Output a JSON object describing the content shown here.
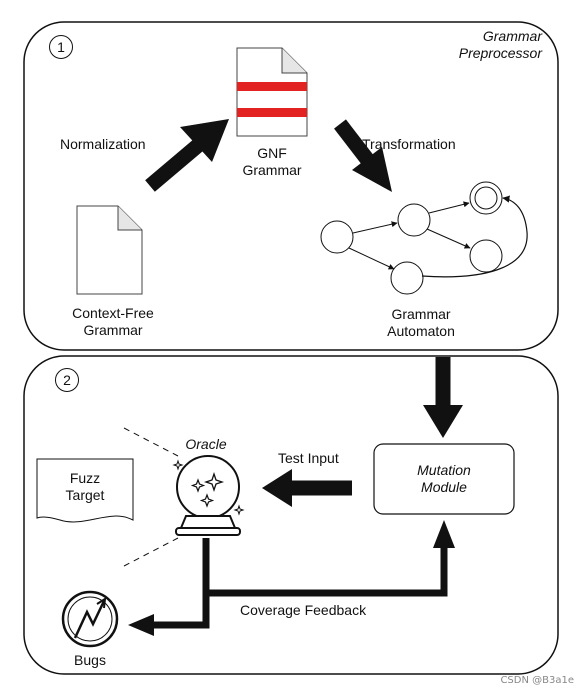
{
  "panel1": {
    "number": "1",
    "title_line1": "Grammar",
    "title_line2": "Preprocessor",
    "cfg_label_line1": "Context-Free",
    "cfg_label_line2": "Grammar",
    "normalization_label": "Normalization",
    "gnf_label_line1": "GNF",
    "gnf_label_line2": "Grammar",
    "transformation_label": "Transformation",
    "automaton_label_line1": "Grammar",
    "automaton_label_line2": "Automaton"
  },
  "panel2": {
    "number": "2",
    "fuzz_target_line1": "Fuzz",
    "fuzz_target_line2": "Target",
    "oracle_label": "Oracle",
    "test_input_label": "Test Input",
    "mutation_module_line1": "Mutation",
    "mutation_module_line2": "Module",
    "coverage_feedback_label": "Coverage Feedback",
    "bugs_label": "Bugs"
  },
  "watermark": "CSDN @B3a1e",
  "colors": {
    "stroke": "#111111",
    "gnf_stripe": "#e32222",
    "doc_fold": "#e6e6e6"
  },
  "icons": [
    "document-icon",
    "crystal-ball-icon",
    "bug-icon",
    "automaton-graph-icon"
  ]
}
